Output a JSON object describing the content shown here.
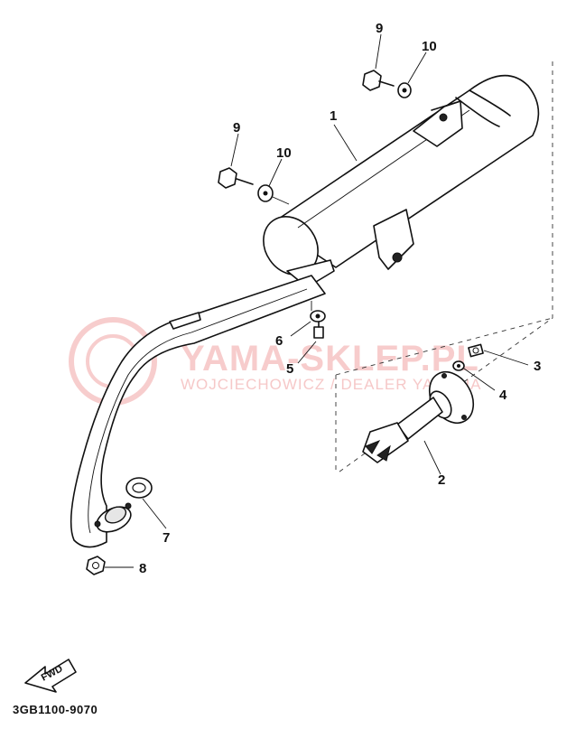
{
  "diagram": {
    "watermark": {
      "title": "YAMA-SKLEP.PL",
      "subtitle": "WOJCIECHOWICZ / DEALER YAMAHA"
    },
    "fwd_label": "FWD",
    "part_code": "3GB1100-9070",
    "callouts": {
      "c1": "1",
      "c2": "2",
      "c3": "3",
      "c4": "4",
      "c5": "5",
      "c6": "6",
      "c7": "7",
      "c8": "8",
      "c9a": "9",
      "c9b": "9",
      "c10a": "10",
      "c10b": "10"
    }
  }
}
